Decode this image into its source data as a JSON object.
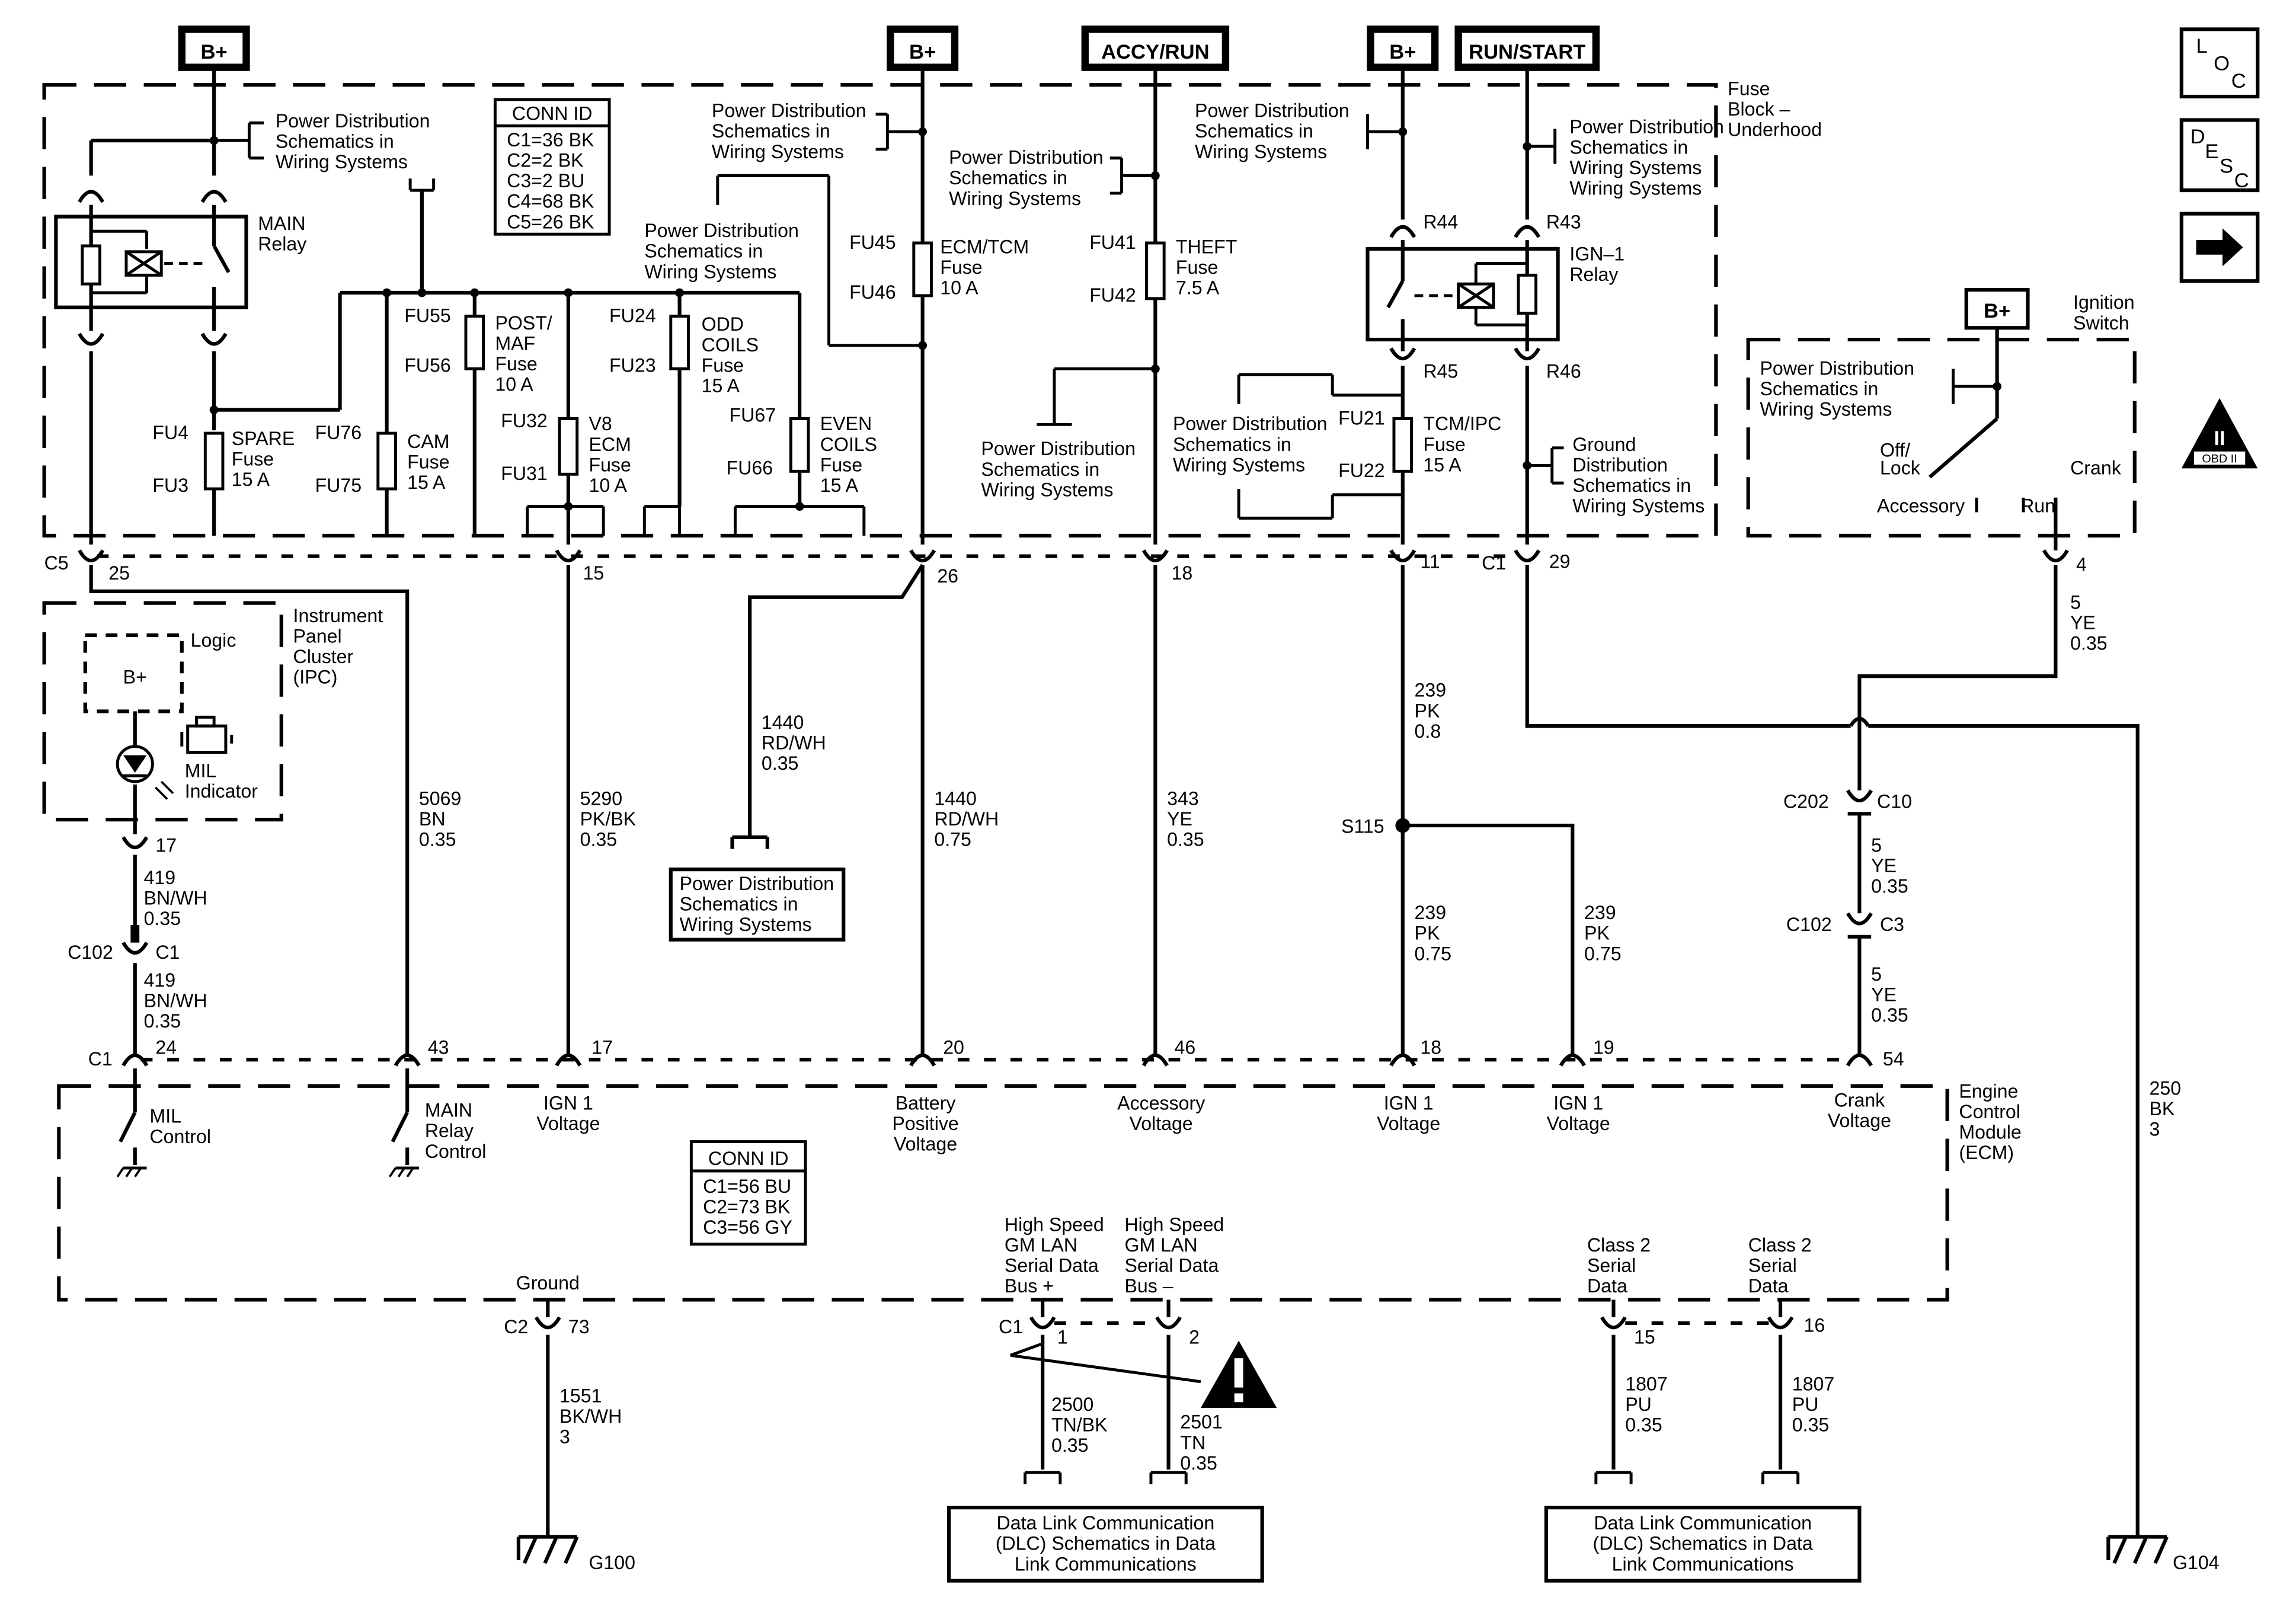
{
  "power_headers": [
    "B+",
    "B+",
    "ACCY/RUN",
    "B+",
    "RUN/START"
  ],
  "fuse_block_title": [
    "Fuse",
    "Block –",
    "Underhood"
  ],
  "pds": [
    "Power Distribution",
    "Schematics in",
    "Wiring Systems"
  ],
  "pds_dlc": [
    "Data Link Communication",
    "(DLC) Schematics in Data",
    "Link Communications"
  ],
  "gds": [
    "Ground",
    "Distribution",
    "Schematics in",
    "Wiring Systems"
  ],
  "conn_id_fuse": {
    "title": "CONN ID",
    "lines": [
      "C1=36 BK",
      "C2=2 BK",
      "C3=2 BU",
      "C4=68 BK",
      "C5=26 BK"
    ]
  },
  "conn_id_ecm": {
    "title": "CONN ID",
    "lines": [
      "C1=56 BU",
      "C2=73 BK",
      "C3=56 GY"
    ]
  },
  "relays": {
    "main": [
      "MAIN",
      "Relay"
    ],
    "ign1": [
      "IGN–1",
      "Relay"
    ]
  },
  "relay_pins": [
    "R44",
    "R43",
    "R45",
    "R46"
  ],
  "fuses": [
    {
      "top": "FU4",
      "bottom": "FU3",
      "label": [
        "SPARE",
        "Fuse",
        "15 A"
      ]
    },
    {
      "top": "FU76",
      "bottom": "FU75",
      "label": [
        "CAM",
        "Fuse",
        "15 A"
      ]
    },
    {
      "top": "FU55",
      "bottom": "FU56",
      "label": [
        "POST/",
        "MAF",
        "Fuse",
        "10 A"
      ]
    },
    {
      "top": "FU32",
      "bottom": "FU31",
      "label": [
        "V8",
        "ECM",
        "Fuse",
        "10 A"
      ]
    },
    {
      "top": "FU24",
      "bottom": "FU23",
      "label": [
        "ODD",
        "COILS",
        "Fuse",
        "15 A"
      ]
    },
    {
      "top": "FU67",
      "bottom": "FU66",
      "label": [
        "EVEN",
        "COILS",
        "Fuse",
        "15 A"
      ]
    },
    {
      "top": "FU45",
      "bottom": "FU46",
      "label": [
        "ECM/TCM",
        "Fuse",
        "10 A"
      ]
    },
    {
      "top": "FU41",
      "bottom": "FU42",
      "label": [
        "THEFT",
        "Fuse",
        "7.5 A"
      ]
    },
    {
      "top": "FU21",
      "bottom": "FU22",
      "label": [
        "TCM/IPC",
        "Fuse",
        "15 A"
      ]
    }
  ],
  "ignition_switch": {
    "title": [
      "Ignition",
      "Switch"
    ],
    "power": "B+",
    "positions": [
      "Off/",
      "Lock",
      "Accessory",
      "Run",
      "Crank"
    ]
  },
  "ipc": {
    "title": [
      "Instrument",
      "Panel",
      "Cluster",
      "(IPC)"
    ],
    "logic": "Logic",
    "power": "B+",
    "indicator": [
      "MIL",
      "Indicator"
    ]
  },
  "ecm_title": [
    "Engine",
    "Control",
    "Module",
    "(ECM)"
  ],
  "connectors": [
    "C5",
    "C1",
    "C102",
    "C1",
    "C1",
    "C202",
    "C10",
    "C102",
    "C3",
    "C2",
    "C1"
  ],
  "pins": [
    "25",
    "15",
    "26",
    "18",
    "11",
    "29",
    "4",
    "17",
    "24",
    "43",
    "17",
    "20",
    "46",
    "18",
    "19",
    "54",
    "73",
    "1",
    "2",
    "15",
    "16"
  ],
  "splice": "S115",
  "wires": [
    [
      "5069",
      "BN",
      "0.35"
    ],
    [
      "5290",
      "PK/BK",
      "0.35"
    ],
    [
      "1440",
      "RD/WH",
      "0.35"
    ],
    [
      "1440",
      "RD/WH",
      "0.75"
    ],
    [
      "343",
      "YE",
      "0.35"
    ],
    [
      "239",
      "PK",
      "0.8"
    ],
    [
      "239",
      "PK",
      "0.75"
    ],
    [
      "239",
      "PK",
      "0.75"
    ],
    [
      "5",
      "YE",
      "0.35"
    ],
    [
      "5",
      "YE",
      "0.35"
    ],
    [
      "5",
      "YE",
      "0.35"
    ],
    [
      "250",
      "BK",
      "3"
    ],
    [
      "419",
      "BN/WH",
      "0.35"
    ],
    [
      "419",
      "BN/WH",
      "0.35"
    ],
    [
      "1551",
      "BK/WH",
      "3"
    ],
    [
      "2500",
      "TN/BK",
      "0.35"
    ],
    [
      "2501",
      "TN",
      "0.35"
    ],
    [
      "1807",
      "PU",
      "0.35"
    ],
    [
      "1807",
      "PU",
      "0.35"
    ]
  ],
  "ecm_inputs": [
    [
      "MIL",
      "Control"
    ],
    [
      "MAIN",
      "Relay",
      "Control"
    ],
    [
      "IGN 1",
      "Voltage"
    ],
    [
      "Battery",
      "Positive",
      "Voltage"
    ],
    [
      "Accessory",
      "Voltage"
    ],
    [
      "IGN 1",
      "Voltage"
    ],
    [
      "IGN 1",
      "Voltage"
    ],
    [
      "Crank",
      "Voltage"
    ]
  ],
  "ecm_ground": "Ground",
  "ecm_bus": [
    [
      "High Speed",
      "GM LAN",
      "Serial Data",
      "Bus +"
    ],
    [
      "High Speed",
      "GM LAN",
      "Serial Data",
      "Bus –"
    ],
    [
      "Class 2",
      "Serial",
      "Data"
    ],
    [
      "Class 2",
      "Serial",
      "Data"
    ]
  ],
  "grounds": [
    "G100",
    "G104"
  ],
  "side_icons": {
    "loc": [
      "L",
      "O",
      "C"
    ],
    "desc": [
      "D",
      "E",
      "S",
      "C"
    ],
    "obd": [
      "II",
      "OBD II"
    ]
  }
}
